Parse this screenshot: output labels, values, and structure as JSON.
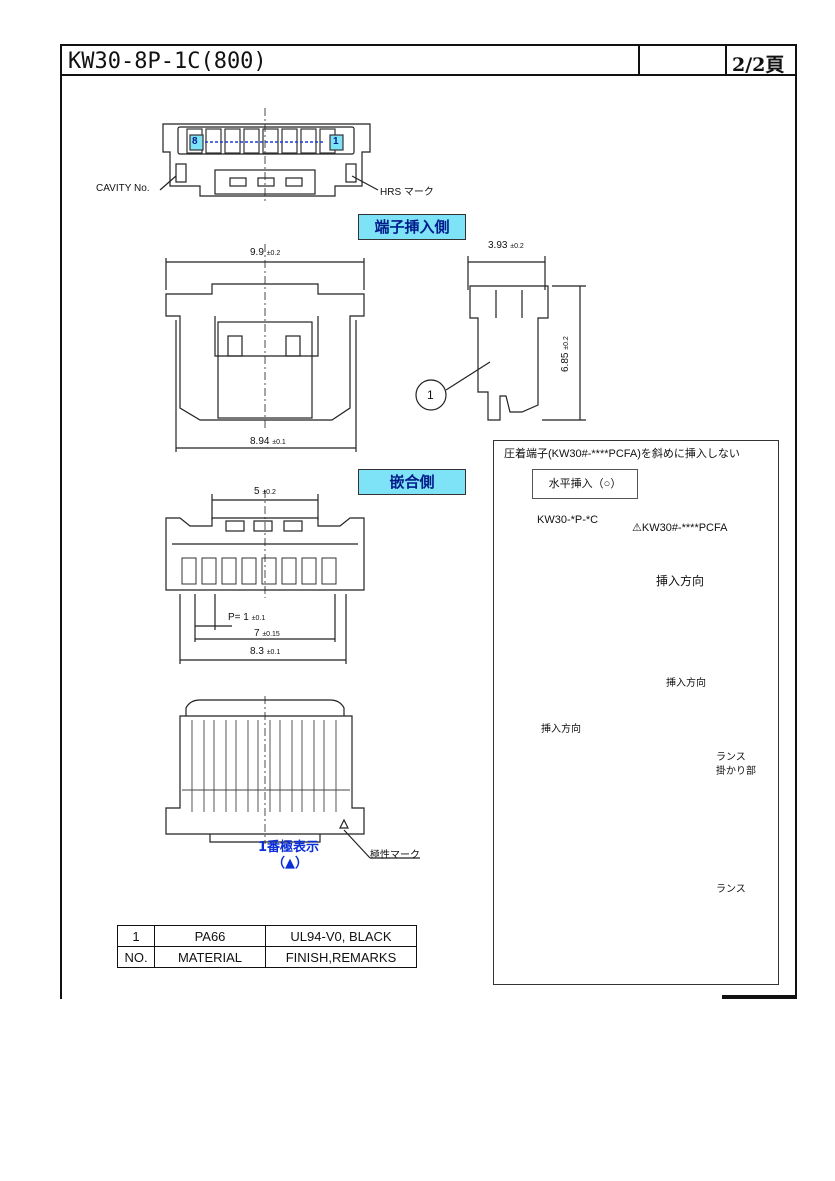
{
  "header": {
    "title": "KW30-8P-1C(800)",
    "page": "2/2頁"
  },
  "top_view": {
    "cavity_left": "8",
    "cavity_right": "1",
    "cavity_label": "CAVITY No.",
    "hrs_label": "HRS マーク"
  },
  "section_insert_side": "端子挿入側",
  "section_mating_side": "嵌合側",
  "dims": {
    "width_top": "9.9",
    "width_top_tol": "±0.2",
    "width_bottom": "8.94",
    "width_bottom_tol": "±0.1",
    "depth": "3.93",
    "depth_tol": "±0.2",
    "height": "6.85",
    "height_tol": "±0.2",
    "part_callout": "1",
    "mating_width": "5",
    "mating_width_tol": "±0.2",
    "pitch": "P= 1",
    "pitch_tol": "±0.1",
    "span7": "7",
    "span7_tol": "±0.15",
    "span83": "8.3",
    "span83_tol": "±0.1"
  },
  "bottom_view": {
    "pin1_label": "1番極表示",
    "pin1_mark": "（▲）",
    "polarity_label": "極性マーク"
  },
  "material_table": {
    "rows": [
      [
        "1",
        "PA66",
        "UL94-V0, BLACK"
      ],
      [
        "NO.",
        "MATERIAL",
        "FINISH,REMARKS"
      ]
    ]
  },
  "note": {
    "title": "圧着端子(KW30#-****PCFA)を斜めに挿入しない",
    "horizontal": "水平挿入（○）",
    "housing_code": "KW30-*P-*C",
    "terminal_code": "⚠KW30#-****PCFA",
    "insert_dir1": "挿入方向",
    "insert_dir2": "挿入方向",
    "insert_dir3": "挿入方向",
    "lance_hook_1": "ランス",
    "lance_hook_2": "掛かり部",
    "lance": "ランス"
  },
  "colors": {
    "section_box": "#7fe3f7",
    "section_text": "#001c8a",
    "arrow_red": "#e8251e",
    "wire_blue": "#2533a8",
    "housing_gray": "#6c6c70"
  }
}
